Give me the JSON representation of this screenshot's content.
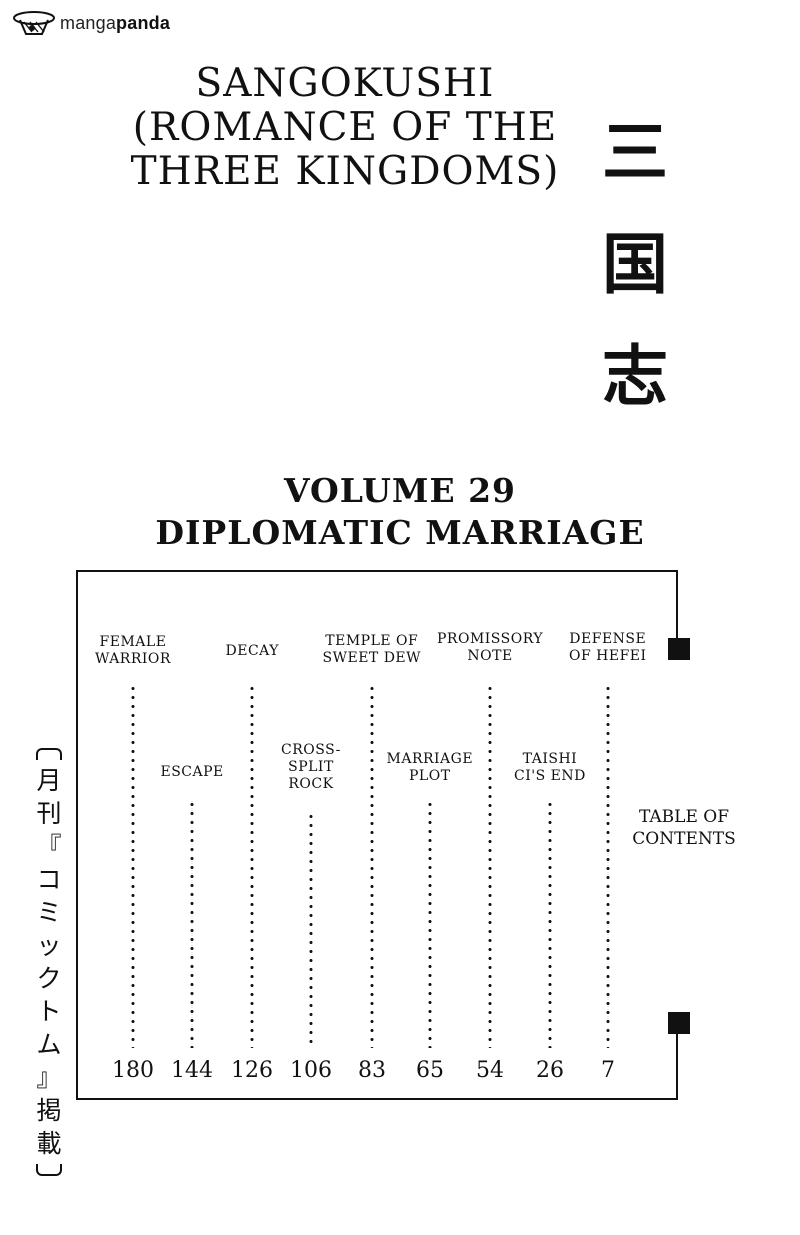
{
  "logo": {
    "prefix": "manga",
    "suffix": "panda",
    "icon": "manga-panda-icon"
  },
  "title": [
    "Sangokushi",
    "(Romance of the",
    "Three Kingdoms)"
  ],
  "kanji_title": [
    "三",
    "国",
    "志"
  ],
  "volume": {
    "line1": "Volume 29",
    "line2": "Diplomatic Marriage"
  },
  "chapters": [
    {
      "label": [
        "Female",
        "Warrior"
      ],
      "page": "180"
    },
    {
      "label": [
        "Escape"
      ],
      "page": "144"
    },
    {
      "label": [
        "Decay"
      ],
      "page": "126"
    },
    {
      "label": [
        "Cross-",
        "split",
        "rock"
      ],
      "page": "106"
    },
    {
      "label": [
        "Temple of",
        "sweet dew"
      ],
      "page": "83"
    },
    {
      "label": [
        "Marriage",
        "plot"
      ],
      "page": "65"
    },
    {
      "label": [
        "Promissory",
        "note"
      ],
      "page": "54"
    },
    {
      "label": [
        "Taishi",
        "Ci's End"
      ],
      "page": "26"
    },
    {
      "label": [
        "Defense",
        "of Hefei"
      ],
      "page": "7"
    }
  ],
  "toc_label": [
    "Table of",
    "Contents"
  ],
  "serialization_note": [
    "月",
    "刊",
    "『",
    "コ",
    "ミ",
    "ッ",
    "ク",
    "ト",
    "ム",
    "』",
    "掲",
    "載"
  ]
}
